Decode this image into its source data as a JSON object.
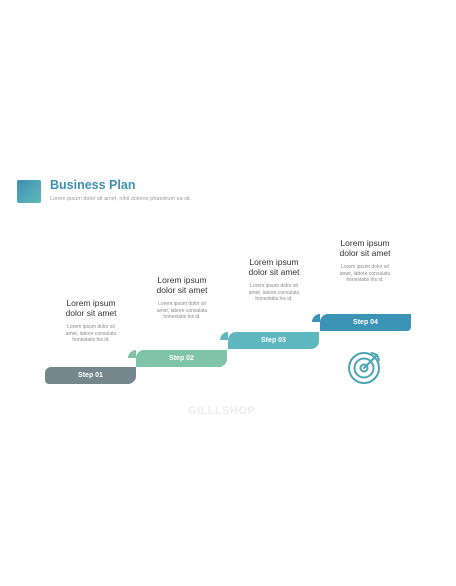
{
  "header": {
    "title": "Business Plan",
    "subtitle": "Lorem ipsum dolor sit amet, nihil dolores phaedrum ea sit."
  },
  "steps": [
    {
      "label": "Step 01",
      "heading_line1": "Lorem ipsum",
      "heading_line2": "dolor sit amet",
      "body_line1": "Lorem ipsum dolor sit",
      "body_line2": "amet, labore consulatu",
      "body_line3": "honestatis his id.",
      "color": "#74878c"
    },
    {
      "label": "Step 02",
      "heading_line1": "Lorem ipsum",
      "heading_line2": "dolor sit amet",
      "body_line1": "Lorem ipsum dolor sit",
      "body_line2": "amet, labore consulatu",
      "body_line3": "honestatis his id.",
      "color": "#7fc3a8"
    },
    {
      "label": "Step 03",
      "heading_line1": "Lorem ipsum",
      "heading_line2": "dolor sit amet",
      "body_line1": "Lorem ipsum dolor sit",
      "body_line2": "amet, labore consulatu",
      "body_line3": "honestatis his id.",
      "color": "#5fb7c0"
    },
    {
      "label": "Step 04",
      "heading_line1": "Lorem ipsum",
      "heading_line2": "dolor sit amet",
      "body_line1": "Lorem ipsum dolor sit",
      "body_line2": "amet, labore consulatu",
      "body_line3": "honestatis his id.",
      "color": "#3b93b6"
    }
  ],
  "icons": {
    "goal": "target-arrow-icon"
  },
  "watermark": "GILLLSHOP",
  "colors": {
    "accent": "#3e8fb0",
    "icon": "#4aa5b3"
  }
}
